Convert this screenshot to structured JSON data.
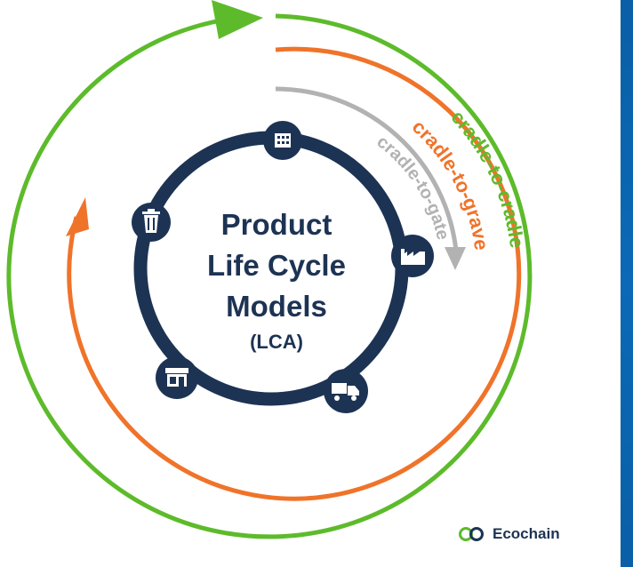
{
  "title": {
    "line1": "Product",
    "line2": "Life Cycle",
    "line3": "Models",
    "line4": "(LCA)"
  },
  "cycles": {
    "cradle_to_cradle": "cradle-to-cradle",
    "cradle_to_grave": "cradle-to-grave",
    "cradle_to_gate": "cradle-to-gate"
  },
  "stages": [
    {
      "name": "raw-materials",
      "icon": "building-icon"
    },
    {
      "name": "manufacturing",
      "icon": "factory-icon"
    },
    {
      "name": "distribution",
      "icon": "truck-icon"
    },
    {
      "name": "use",
      "icon": "store-icon"
    },
    {
      "name": "disposal",
      "icon": "trash-can-icon"
    }
  ],
  "brand": {
    "name": "Ecochain",
    "icon": "infinity-logo-icon"
  },
  "colors": {
    "navy": "#1d3354",
    "green": "#5dbb2b",
    "orange": "#f0732a",
    "gray": "#b2b2b2",
    "side_strip": "#0b69b7"
  }
}
